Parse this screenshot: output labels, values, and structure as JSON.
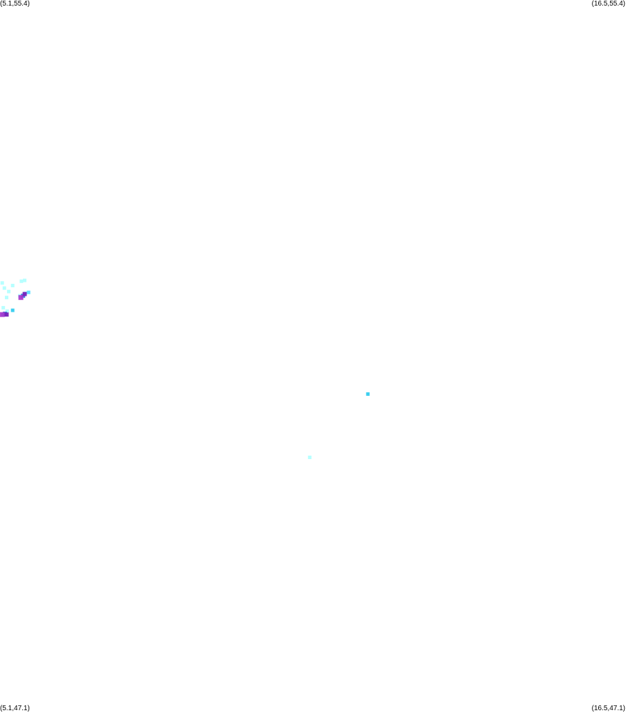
{
  "map": {
    "bounds": {
      "lon_min": 5.1,
      "lon_max": 16.5,
      "lat_min": 47.1,
      "lat_max": 55.4
    },
    "corner_labels": {
      "top_left": "(5.1,55.4)",
      "top_right": "(16.5,55.4)",
      "bottom_left": "(5.1,47.1)",
      "bottom_right": "(16.5,47.1)"
    },
    "background": "#ffffff",
    "colors": {
      "light": "#aaffff",
      "mid": "#55ddff",
      "cyan": "#33ccee",
      "blue": "#3377dd",
      "magenta": "#aa33cc",
      "purple": "#7722bb"
    },
    "points": [
      {
        "lon": 5.14,
        "lat": 52.09,
        "level": "light"
      },
      {
        "lon": 5.18,
        "lat": 52.03,
        "level": "light"
      },
      {
        "lon": 5.26,
        "lat": 51.99,
        "level": "light"
      },
      {
        "lon": 5.33,
        "lat": 52.06,
        "level": "light"
      },
      {
        "lon": 5.22,
        "lat": 51.92,
        "level": "light"
      },
      {
        "lon": 5.49,
        "lat": 52.11,
        "level": "light"
      },
      {
        "lon": 5.55,
        "lat": 52.12,
        "level": "light"
      },
      {
        "lon": 5.46,
        "lat": 51.94,
        "level": "light"
      },
      {
        "lon": 5.56,
        "lat": 51.97,
        "level": "light"
      },
      {
        "lon": 5.62,
        "lat": 51.98,
        "level": "mid"
      },
      {
        "lon": 5.52,
        "lat": 51.94,
        "level": "blue"
      },
      {
        "lon": 5.48,
        "lat": 51.92,
        "level": "magenta"
      },
      {
        "lon": 5.55,
        "lat": 51.96,
        "level": "purple"
      },
      {
        "lon": 5.16,
        "lat": 51.8,
        "level": "light"
      },
      {
        "lon": 5.23,
        "lat": 51.76,
        "level": "light"
      },
      {
        "lon": 5.33,
        "lat": 51.77,
        "level": "cyan"
      },
      {
        "lon": 5.15,
        "lat": 51.72,
        "level": "cyan"
      },
      {
        "lon": 5.19,
        "lat": 51.73,
        "level": "blue"
      },
      {
        "lon": 5.14,
        "lat": 51.72,
        "level": "magenta"
      },
      {
        "lon": 5.22,
        "lat": 51.72,
        "level": "purple"
      },
      {
        "lon": 11.8,
        "lat": 50.79,
        "level": "cyan"
      },
      {
        "lon": 10.74,
        "lat": 50.05,
        "level": "light"
      }
    ]
  }
}
